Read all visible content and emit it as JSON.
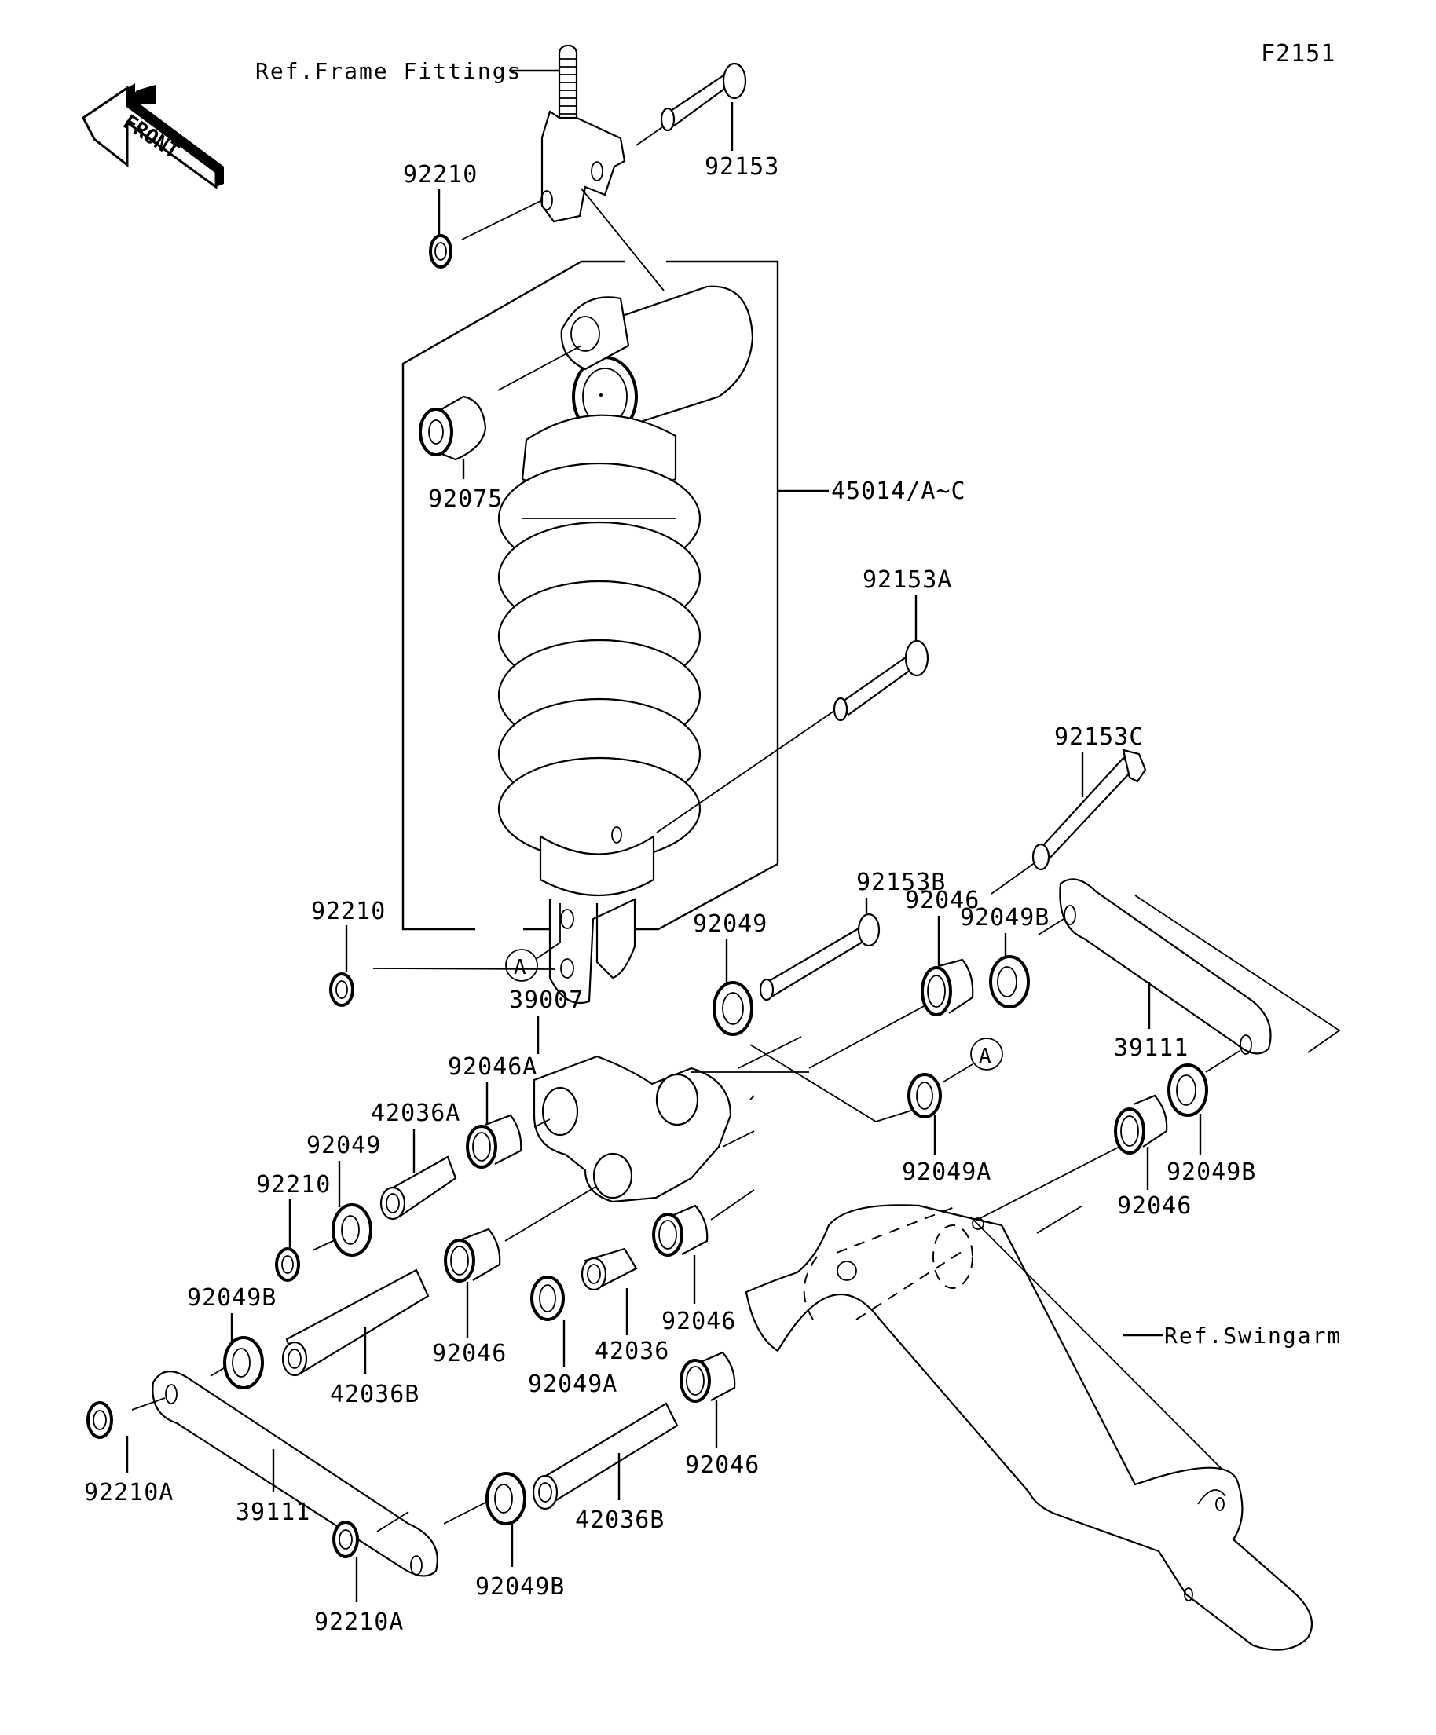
{
  "diagram": {
    "figure_code": "F2151",
    "direction_indicator": "FRONT",
    "references": {
      "frame_fittings": "Ref.Frame Fittings",
      "swingarm": "Ref.Swingarm"
    },
    "connector_marker": "A",
    "callouts": {
      "nut_92210_top": "92210",
      "bolt_92153": "92153",
      "collar_92075": "92075",
      "shock_45014": "45014/A~C",
      "bolt_92153A": "92153A",
      "bolt_92153C": "92153C",
      "nut_92210_mid": "92210",
      "bolt_92153B": "92153B",
      "seal_92049_upper": "92049",
      "bearing_92046_upper": "92046",
      "seal_92049B_upper": "92049B",
      "rocker_39007": "39007",
      "bearing_92046A": "92046A",
      "collar_42036A": "42036A",
      "seal_92049_left": "92049",
      "nut_92210_left": "92210",
      "seal_92049A_right": "92049A",
      "rod_39111_right": "39111",
      "seal_92049B_right": "92049B",
      "bearing_92046_right": "92046",
      "seal_92049B_left": "92049B",
      "collar_42036B_left": "42036B",
      "bearing_92046_mid": "92046",
      "seal_92049A_mid": "92049A",
      "collar_42036": "42036",
      "bearing_92046_mid2": "92046",
      "bearing_92046_low": "92046",
      "collar_42036B_low": "42036B",
      "nut_92210A_left": "92210A",
      "rod_39111_left": "39111",
      "seal_92049B_low": "92049B",
      "nut_92210A_low": "92210A"
    }
  }
}
